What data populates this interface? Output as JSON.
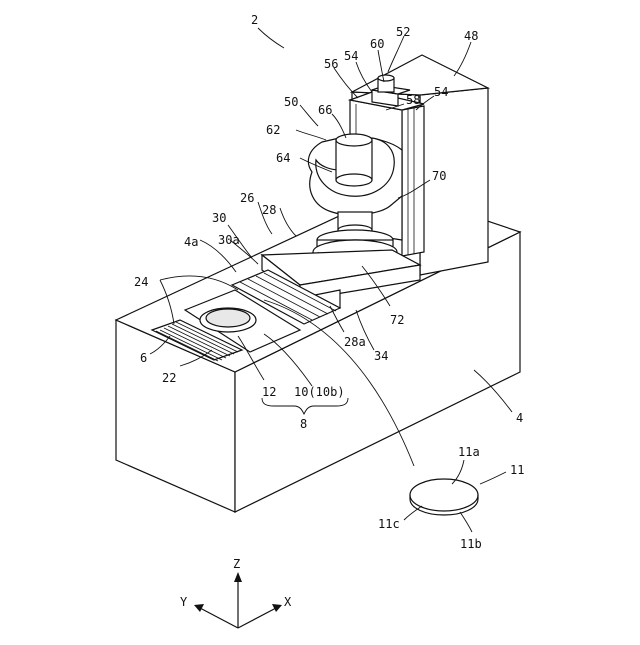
{
  "figure": {
    "number_label": "2",
    "labels": {
      "l48": "48",
      "l52": "52",
      "l60": "60",
      "l54a": "54",
      "l56": "56",
      "l58": "58",
      "l54b": "54",
      "l50": "50",
      "l66": "66",
      "l62": "62",
      "l64": "64",
      "l70": "70",
      "l26": "26",
      "l28": "28",
      "l30": "30",
      "l4a": "4a",
      "l30a": "30a",
      "l24": "24",
      "l6": "6",
      "l22": "22",
      "l12": "12",
      "l10": "10(10b)",
      "l8": "8",
      "l28a": "28a",
      "l34": "34",
      "l72": "72",
      "l4": "4",
      "l11a": "11a",
      "l11": "11",
      "l11c": "11c",
      "l11b": "11b"
    },
    "axes": {
      "z": "Z",
      "y": "Y",
      "x": "X"
    }
  }
}
